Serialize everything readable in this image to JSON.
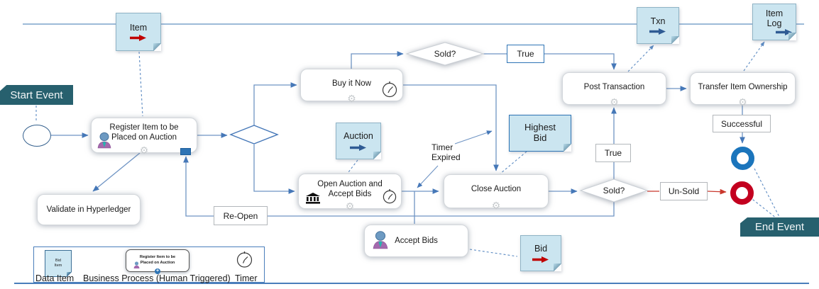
{
  "events": {
    "start": "Start Event",
    "end": "End Event"
  },
  "tasks": {
    "register": "Register Item to be Placed on Auction",
    "validate": "Validate in Hyperledger",
    "buy_it_now": "Buy it Now",
    "open_auction": "Open Auction and Accept Bids",
    "close_auction": "Close Auction",
    "accept_bids": "Accept Bids",
    "post_transaction": "Post Transaction",
    "transfer_ownership": "Transfer Item Ownership"
  },
  "gateways": {
    "sold_top": "Sold?",
    "sold_bottom": "Sold?"
  },
  "edge_labels": {
    "true_top": "True",
    "true_bottom": "True",
    "unsold": "Un-Sold",
    "reopen": "Re-Open",
    "successful": "Successful",
    "timer_expired": "Timer Expired"
  },
  "data_items": {
    "item": "Item",
    "txn": "Txn",
    "item_log": "Item Log",
    "auction": "Auction",
    "highest_bid": "Highest Bid",
    "bid": "Bid"
  },
  "legend": {
    "mini_note_text": "Bid Item",
    "data_item_label": "Data Item",
    "mini_task_text": "Register Item to be Placed on Auction",
    "business_process_label": "Business Process (Human Triggered)",
    "timer_label": "Timer"
  },
  "icons": {
    "person": "person-icon",
    "clock": "timer-clock-icon",
    "gear": "gear-icon",
    "bank": "bank-icon",
    "red_arrow": "red-arrow-icon",
    "blue_arrow": "blue-arrow-icon",
    "gear_glyph": "⚙"
  },
  "colors": {
    "note_fill": "#cbe5f0",
    "note_strong_border": "#2e74b5",
    "banner_fill": "#27606e",
    "flow_blue": "#6f94c4",
    "flow_red": "#c9372c",
    "end_event_blue": "#1b75bc",
    "end_event_red": "#c3001f"
  }
}
